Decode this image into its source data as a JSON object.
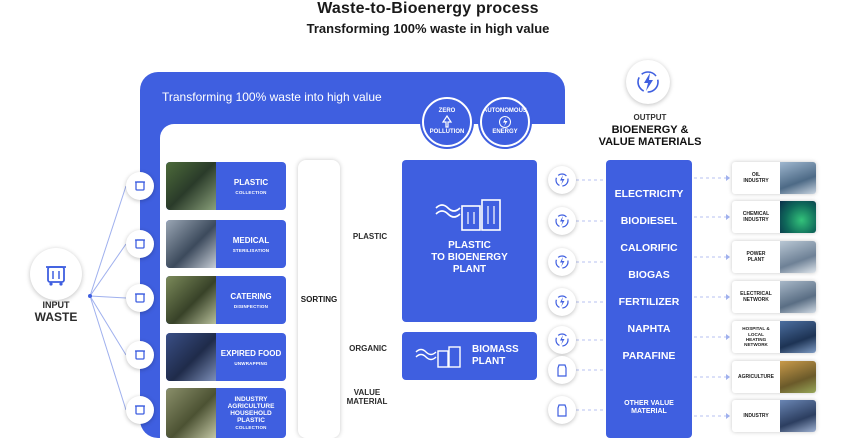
{
  "header": {
    "title": "Waste-to-Bioenergy process",
    "subtitle": "Transforming 100% waste in high value"
  },
  "panel": {
    "caption": "Transforming 100% waste into high value",
    "badges": [
      {
        "lines": [
          "ZERO",
          "POLLUTION"
        ],
        "icon": "recycle-tree-icon"
      },
      {
        "lines": [
          "AUTONOMOUS",
          "ENERGY"
        ],
        "icon": "lightning-cycle-icon"
      }
    ]
  },
  "input": {
    "line1": "INPUT",
    "line2": "WASTE",
    "icon": "waste-bin-icon"
  },
  "categories": [
    {
      "title": "PLASTIC",
      "sub": "COLLECTION"
    },
    {
      "title": "MEDICAL",
      "sub": "STERILISATION"
    },
    {
      "title": "CATERING",
      "sub": "DISINFECTION"
    },
    {
      "title": "EXPIRED FOOD",
      "sub": "UNWRAPPING"
    },
    {
      "title": "INDUSTRY\nAGRICULTURE\nHOUSEHOLD\nPLASTIC",
      "sub": "COLLECTION"
    }
  ],
  "sorting": "SORTING",
  "flows": {
    "plastic": "PLASTIC",
    "organic": "ORGANIC",
    "value_material": "VALUE\nMATERIAL"
  },
  "plants": {
    "plastic_plant": "PLASTIC\nTO BIOENERGY\nPLANT",
    "biomass_plant": "BIOMASS\nPLANT"
  },
  "output": {
    "small": "OUTPUT",
    "big": "BIOENERGY &\nVALUE MATERIALS",
    "icon": "energy-cycle-icon"
  },
  "products": [
    "ELECTRICITY",
    "BIODIESEL",
    "CALORIFIC",
    "BIOGAS",
    "FERTILIZER",
    "NAPHTA",
    "PARAFINE"
  ],
  "other_value": "OTHER VALUE\nMATERIAL",
  "industries": [
    "OIL\nINDUSTRY",
    "CHEMICAL\nINDUSTRY",
    "POWER\nPLANT",
    "ELECTRICAL\nNETWORK",
    "HOSPITAL &\nLOCAL\nHEATING\nNETWORK",
    "AGRICULTURE",
    "INDUSTRY"
  ],
  "colors": {
    "primary": "#3f5fe0",
    "line": "#9fb0ee"
  }
}
